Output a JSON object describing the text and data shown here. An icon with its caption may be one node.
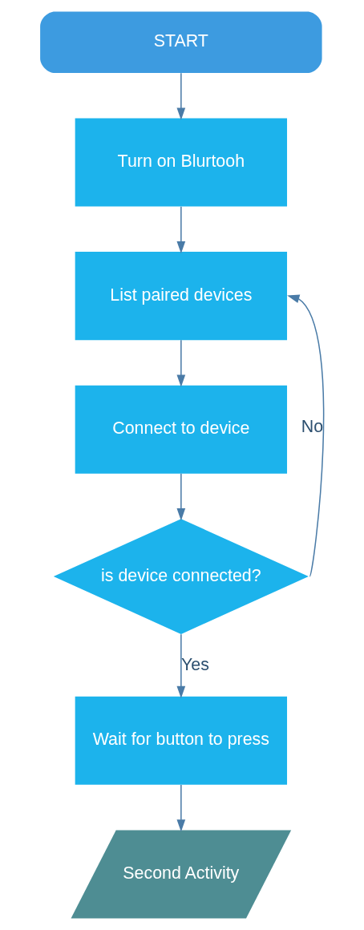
{
  "diagram": {
    "nodes": [
      {
        "text": [
          "START"
        ]
      },
      {
        "text": [
          "Turn on Blurtooh"
        ]
      },
      {
        "text": [
          "List paired devices"
        ]
      },
      {
        "text": [
          "Connect to device"
        ]
      },
      {
        "text": [
          "is device connected?"
        ]
      },
      {
        "text": [
          "Wait for button to press"
        ]
      },
      {
        "text": [
          "Second Activity"
        ]
      }
    ],
    "edges": [
      {
        "from": 0,
        "to": 1,
        "arrow": "to"
      },
      {
        "from": 1,
        "to": 2,
        "arrow": "to"
      },
      {
        "from": 2,
        "to": 3,
        "arrow": "to"
      },
      {
        "from": 3,
        "to": 4,
        "arrow": "to"
      },
      {
        "from": 4,
        "to": 2,
        "arrow": "to",
        "label": "No"
      },
      {
        "from": 4,
        "to": 5,
        "arrow": "to",
        "label": "Yes"
      },
      {
        "from": 5,
        "to": 6,
        "arrow": "to"
      }
    ]
  }
}
